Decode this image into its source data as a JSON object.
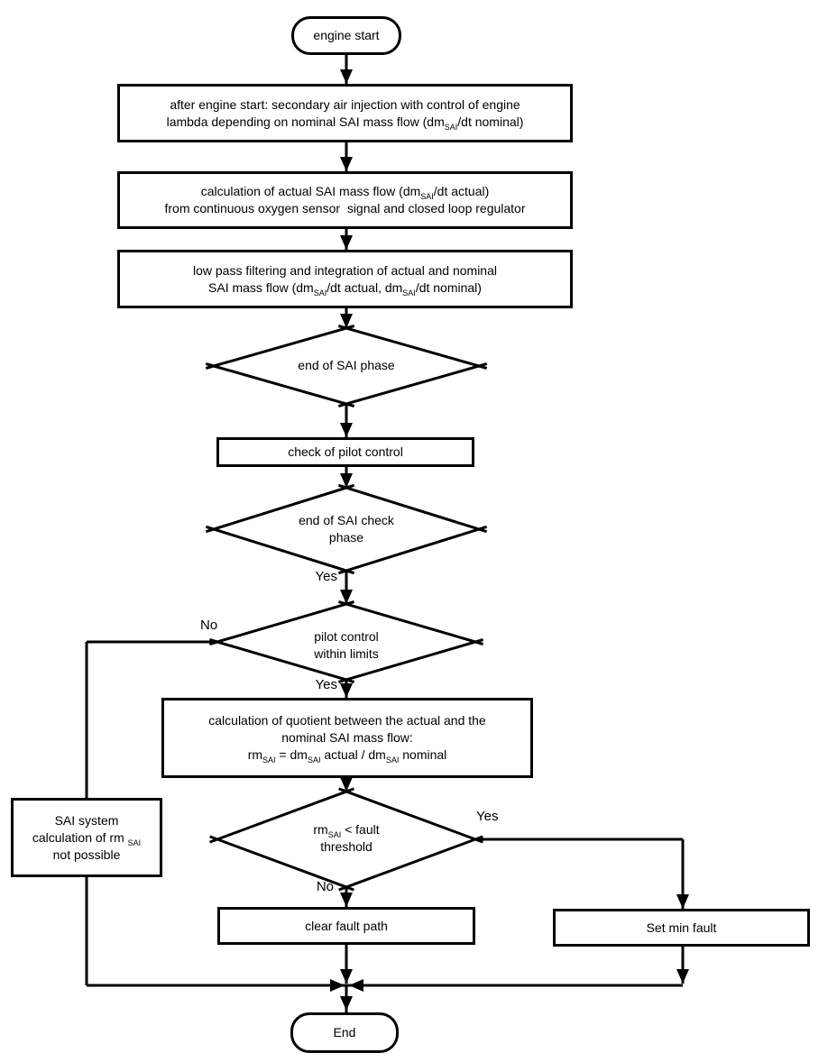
{
  "nodes": {
    "start": {
      "label": "engine start"
    },
    "sai_injection": {
      "line1": "after engine start: secondary air injection with control of engine",
      "line2_pre": "lambda depending on nominal SAI mass flow (dm",
      "line2_sub": "SAI",
      "line2_post": "/dt nominal)"
    },
    "actual_flow": {
      "line1_pre": "calculation of actual SAI mass flow (dm",
      "line1_sub": "SAI",
      "line1_post": "/dt actual)",
      "line2": "from continuous oxygen sensor  signal and closed loop regulator"
    },
    "filtering": {
      "line1": "low pass filtering and integration of actual and nominal",
      "line2_pre": "SAI mass flow (dm",
      "line2_sub1": "SAI",
      "line2_mid": "/dt actual, dm",
      "line2_sub2": "SAI",
      "line2_post": "/dt nominal)"
    },
    "end_sai_phase": {
      "label": "end of SAI phase"
    },
    "pilot_check": {
      "label": "check of pilot control"
    },
    "end_sai_check": {
      "line1": "end of SAI check",
      "line2": "phase"
    },
    "pilot_within_limits": {
      "line1": "pilot control",
      "line2": "within limits"
    },
    "quotient": {
      "line1": "calculation of quotient between the actual and the",
      "line2": "nominal SAI mass flow:",
      "line3_pre": "rm",
      "line3_sub1": "SAI",
      "line3_seg1": " = dm",
      "line3_sub2": "SAI",
      "line3_seg2": " actual / dm",
      "line3_sub3": "SAI",
      "line3_seg3": " nominal"
    },
    "not_possible": {
      "line1": "SAI system",
      "line2_pre": "calculation of rm ",
      "line2_sub": "SAI",
      "line3": "not possible"
    },
    "fault_threshold": {
      "line1_pre": "rm",
      "line1_sub": "SAI",
      "line1_post": " < fault",
      "line2": "threshold"
    },
    "clear_fault": {
      "label": "clear fault path"
    },
    "set_min_fault": {
      "label": "Set min fault"
    },
    "end": {
      "label": "End"
    }
  },
  "edge_labels": {
    "end_check_yes": "Yes",
    "limits_no": "No",
    "limits_yes": "Yes",
    "threshold_yes": "Yes",
    "threshold_no": "No"
  },
  "colors": {
    "line": "#000000",
    "background": "#ffffff",
    "text": "#000000"
  }
}
